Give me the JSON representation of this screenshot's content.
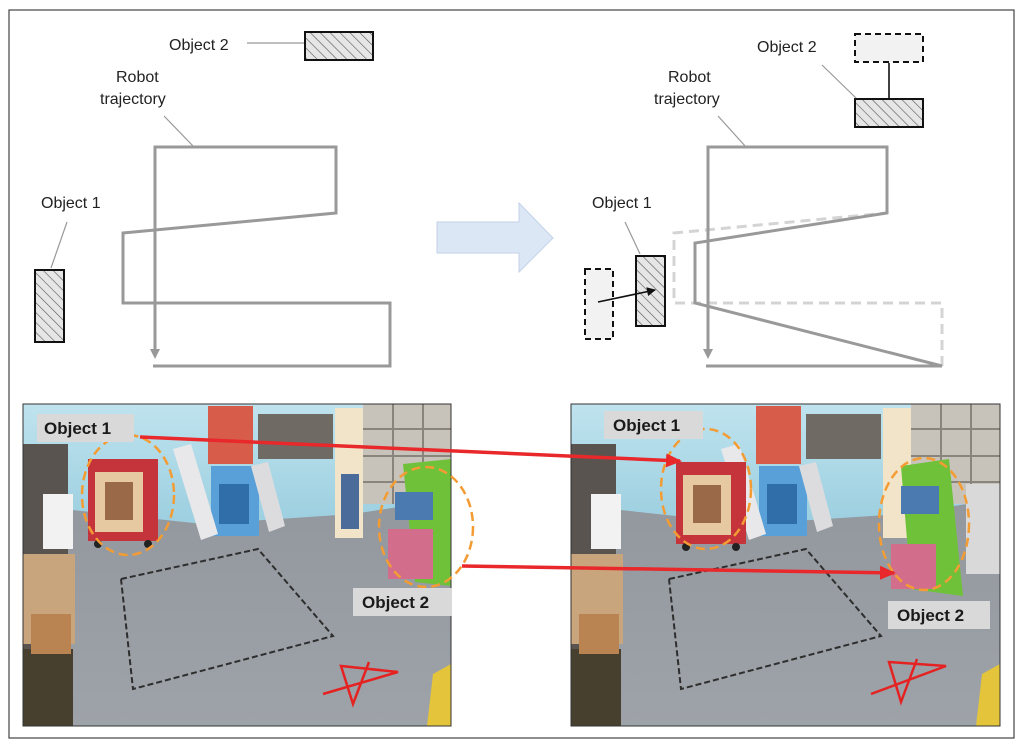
{
  "top_left": {
    "object2_label": "Object 2",
    "robot_label_line1": "Robot",
    "robot_label_line2": "trajectory",
    "object1_label": "Object 1"
  },
  "top_right": {
    "object2_label": "Object 2",
    "robot_label_line1": "Robot",
    "robot_label_line2": "trajectory",
    "object1_label": "Object 1"
  },
  "bottom_left": {
    "object1_label": "Object 1",
    "object2_label": "Object 2"
  },
  "bottom_right": {
    "object1_label": "Object 1",
    "object2_label": "Object 2"
  },
  "colors": {
    "trajectory": "#999999",
    "trajectory_old": "#d4d4d4",
    "hatch_fill": "#e6e6e6",
    "moved_arrow": "#5a8bd0",
    "big_arrow_fill": "#dce7f5",
    "red_arrow": "#e8282a",
    "orange_ellipse": "#f39c34"
  }
}
